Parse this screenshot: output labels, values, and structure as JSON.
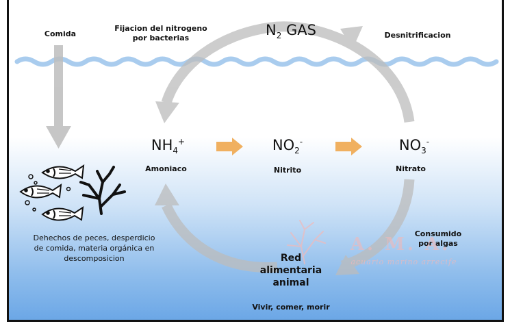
{
  "labels": {
    "comida": "Comida",
    "fijacion": "Fijacion del nitrogeno\npor bacterias",
    "desnitrificacion": "Desnitrificacion",
    "n2_main": "N",
    "n2_sub": "2",
    "n2_rest": " GAS",
    "nh4_main": "NH",
    "nh4_sub": "4",
    "nh4_sup": "+",
    "amoniaco": "Amoniaco",
    "no2_main": "NO",
    "no2_sub": "2",
    "no2_sup": "-",
    "nitrito": "Nitrito",
    "no3_main": "NO",
    "no3_sub": "3",
    "no3_sup": "-",
    "nitrato": "Nitrato",
    "dehechos": "Dehechos de peces, desperdicio\nde comida, materia orgánica en\ndescomposicion",
    "consumido": "Consumido\npor algas",
    "red": "Red\nalimentaria\nanimal",
    "vivir": "Vivir, comer, morir",
    "watermark_logo": "A. M. A.",
    "watermark_text": "acuario marino arrecife"
  },
  "colors": {
    "water_line": "#a9ccee",
    "cycle_arrow": "#c4c4c4",
    "orange_arrow": "#f0b060",
    "watermark": "#f1b9b9"
  }
}
